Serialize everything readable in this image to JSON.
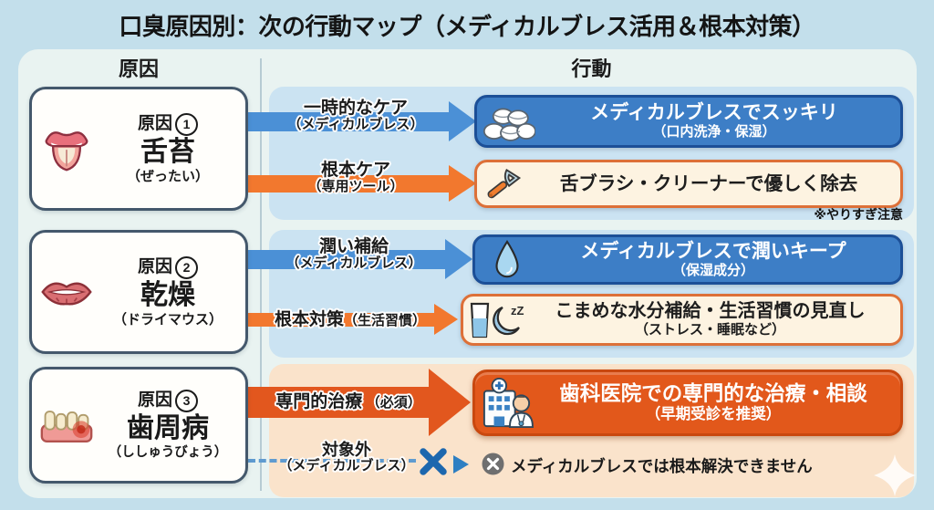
{
  "title": "口臭原因別：次の行動マップ（メディカルブレス活用＆根本対策）",
  "columns": {
    "cause": "原因",
    "action": "行動"
  },
  "causes": [
    {
      "label": "原因",
      "number": "1",
      "name": "舌苔",
      "reading": "（ぜったい）",
      "icon": "tongue-icon"
    },
    {
      "label": "原因",
      "number": "2",
      "name": "乾燥",
      "reading": "（ドライマウス）",
      "icon": "lips-icon"
    },
    {
      "label": "原因",
      "number": "3",
      "name": "歯周病",
      "reading": "（ししゅうびょう）",
      "icon": "gums-icon"
    }
  ],
  "rows": [
    {
      "arrow_label": "一時的なケア",
      "arrow_sub": "（メディカルブレス）",
      "box_title": "メディカルブレスでスッキリ",
      "box_sub": "（口内洗浄・保湿）",
      "icon": "tablets-icon",
      "style": "blue"
    },
    {
      "arrow_label": "根本ケア",
      "arrow_sub": "（専用ツール）",
      "box_title": "舌ブラシ・クリーナーで優しく除去",
      "note": "※やりすぎ注意",
      "icon": "tongue-scraper-icon",
      "style": "cream"
    },
    {
      "arrow_label": "潤い補給",
      "arrow_sub": "（メディカルブレス）",
      "box_title": "メディカルブレスで潤いキープ",
      "box_sub": "（保湿成分）",
      "icon": "water-drop-icon",
      "style": "blue"
    },
    {
      "arrow_label": "根本対策",
      "arrow_sub": "（生活習慣）",
      "box_title": "こまめな水分補給・生活習慣の見直し",
      "box_sub": "（ストレス・睡眠など）",
      "icon": "water-glass-moon-icon",
      "moon_text": "zZ",
      "style": "cream"
    },
    {
      "arrow_label": "専門的治療",
      "arrow_sub": "（必須）",
      "box_title": "歯科医院での専門的な治療・相談",
      "box_sub": "（早期受診を推奨）",
      "icon": "hospital-doctor-icon",
      "style": "orange"
    },
    {
      "arrow_label": "対象外",
      "arrow_sub": "（メディカルブレス）",
      "message": "メディカルブレスでは根本解決できません"
    }
  ],
  "colors": {
    "background": "#c3dfeb",
    "main_panel": "#e9f3f1",
    "panel_blue": "#cbe3f2",
    "panel_peach": "#fae3cb",
    "blue_arrow": "#4b90d6",
    "orange_arrow": "#f2782e",
    "deep_orange_arrow": "#e2571e",
    "blue_box": "#3d7ec6",
    "cream_box": "#fdf3e1",
    "orange_box": "#e2581b",
    "dashed_line": "#5f9bd0",
    "x_mark": "#1c67ae",
    "badge_gray": "#6f6f6f"
  }
}
